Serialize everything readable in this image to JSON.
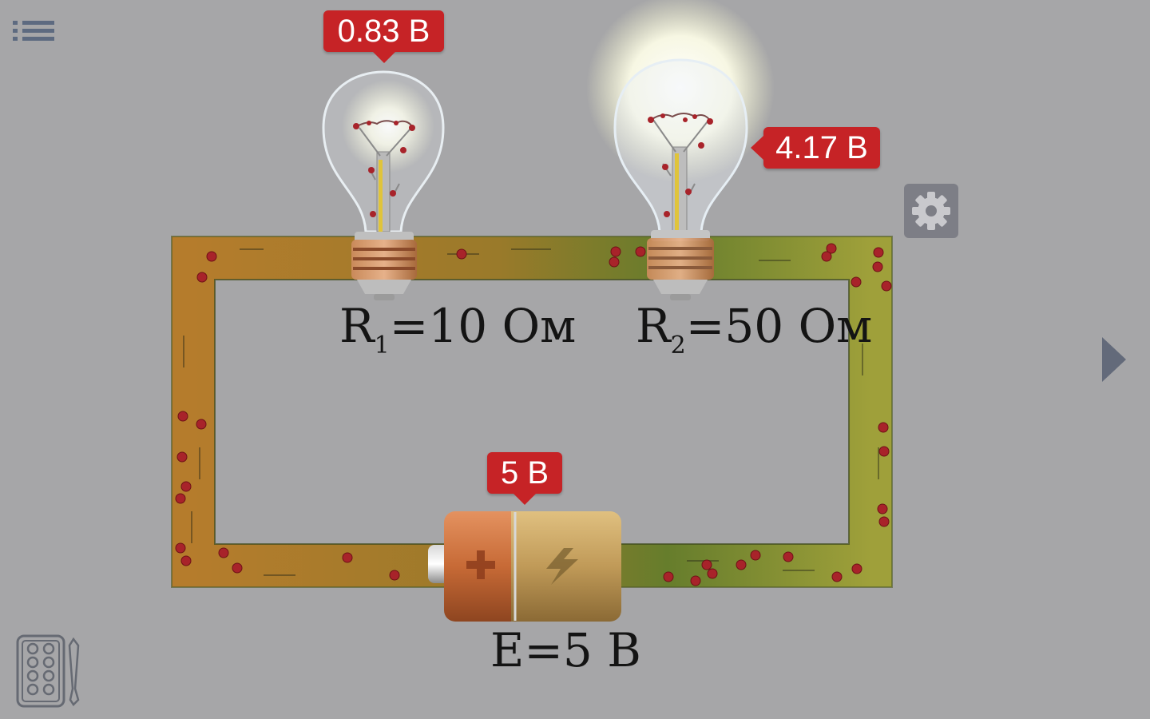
{
  "toolbar": {
    "menu_icon": "list-icon",
    "settings_icon": "gear-icon",
    "next_icon": "play-triangle-icon",
    "tools_icon": "palette-brush-icon"
  },
  "colors": {
    "background": "#a6a6a8",
    "badge": "#c62326",
    "wire_orange": "#b07a2c",
    "wire_green": "#5e7a2a",
    "electron": "#a8232a"
  },
  "circuit": {
    "bulb1": {
      "voltage_label": "0.83 В",
      "resistor_symbol": "R",
      "resistor_index": "1",
      "resistance_text": "=10 Ом"
    },
    "bulb2": {
      "voltage_label": "4.17 В",
      "resistor_symbol": "R",
      "resistor_index": "2",
      "resistance_text": "=50 Ом"
    },
    "battery": {
      "voltage_label": "5 В",
      "emf_label": "E=5 В"
    }
  }
}
